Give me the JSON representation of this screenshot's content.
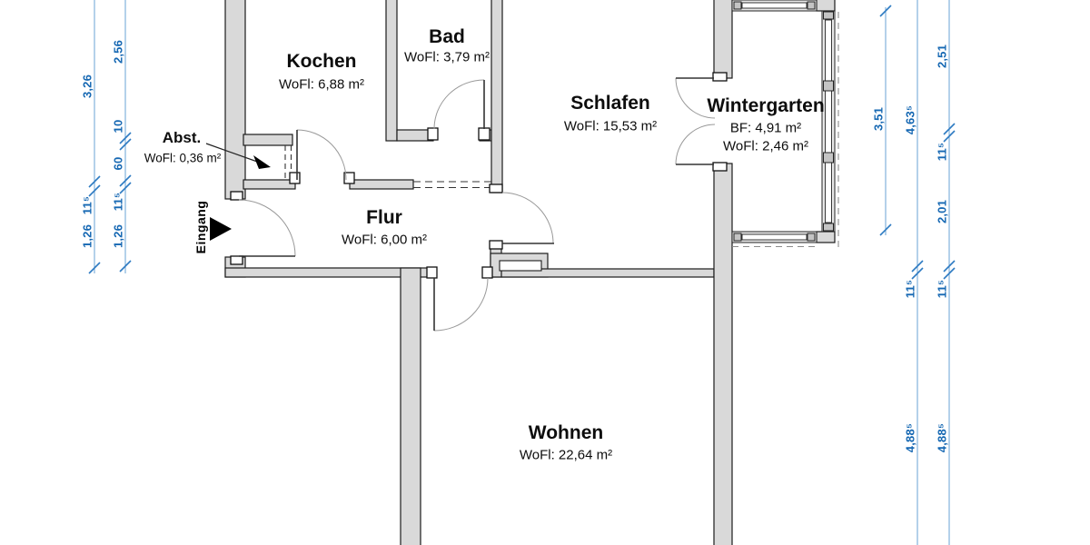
{
  "rooms": {
    "kochen": {
      "name": "Kochen",
      "area": "WoFl: 6,88 m²"
    },
    "bad": {
      "name": "Bad",
      "area": "WoFl: 3,79 m²"
    },
    "abst": {
      "name": "Abst.",
      "area": "WoFl: 0,36 m²"
    },
    "flur": {
      "name": "Flur",
      "area": "WoFl: 6,00 m²"
    },
    "schlafen": {
      "name": "Schlafen",
      "area": "WoFl: 15,53 m²"
    },
    "wintergarten": {
      "name": "Wintergarten",
      "area_bf": "BF: 4,91 m²",
      "area_wofl": "WoFl: 2,46 m²"
    },
    "wohnen": {
      "name": "Wohnen",
      "area": "WoFl: 22,64 m²"
    }
  },
  "entrance": {
    "label": "Eingang"
  },
  "dims": {
    "left_outer": [
      "3,26",
      "11⁵",
      "1,26"
    ],
    "left_inner": [
      "2,56",
      "10",
      "60",
      "11⁵",
      "1,26"
    ],
    "right_short": [
      "3,51"
    ],
    "right_mid": [
      "4,63⁵",
      "11⁵",
      "4,88⁵"
    ],
    "right_outer": [
      "2,51",
      "11⁵",
      "2,01",
      "11⁵",
      "4,88⁵"
    ]
  },
  "colors": {
    "wall_fill": "#d9d9d9",
    "wall_stroke": "#1c1c1c",
    "dim_line": "#6aa3d6",
    "dim_tick": "#2e7bc2",
    "dim_text": "#1668b3",
    "door_arc": "#999999"
  }
}
